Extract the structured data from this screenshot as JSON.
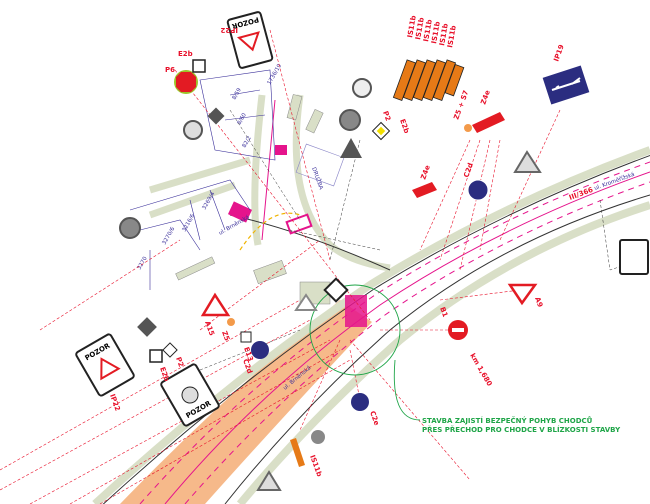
{
  "note": {
    "line1": "STAVBA ZAJISTÍ BEZPEČNÝ POHYB CHODCŮ",
    "line2": "PŘES PŘECHOD PRO CHODCE V BLÍZKOSTI STAVBY"
  },
  "chainage": "km 1,680",
  "streets": {
    "brnenska": "ul. Brněnská",
    "kromerizska": "ul. Kroměřížská",
    "road_no": "III/366",
    "bottom_road": "ul. Brněnská"
  },
  "parcels": [
    "3270",
    "3270/6",
    "3216/6",
    "3269/4",
    "8/59",
    "8/60",
    "82/2",
    "1736/19"
  ],
  "building_label": "DRUŽBA",
  "warning_boards": {
    "top": {
      "title": "POZOR",
      "label": "IP22"
    },
    "left": {
      "title": "POZOR",
      "label": "IP22"
    },
    "bottom": {
      "title": "POZOR"
    }
  },
  "sign_labels": {
    "stop": "P6",
    "top_e2b": "E2b",
    "p2": "P2",
    "e2b_right": "E2b",
    "guide": [
      "IS11b",
      "IS11b",
      "IS11b",
      "IS11b",
      "IS11b",
      "IS11b"
    ],
    "lamp": "Z5 + S7",
    "z4e_top": "Z4e",
    "ip19": "IP19",
    "z4e_mid": "Z4e",
    "c2d": "C2d",
    "a9": "A9",
    "b1": "B1",
    "a15": "A15",
    "z5": "Z5",
    "e13": "E13",
    "c2d_left": "C2d",
    "p2_left": "P2",
    "e2b_left": "E2b",
    "c2e": "C2e",
    "is11b_bottom": "IS11b"
  },
  "colors": {
    "road_edge": "#d9dfc7",
    "work_zone": "#f6b98a",
    "sign_red": "#e31b23",
    "sign_blue": "#2b2d80",
    "guide_orange": "#e67a17",
    "note_green": "#1fa548"
  }
}
